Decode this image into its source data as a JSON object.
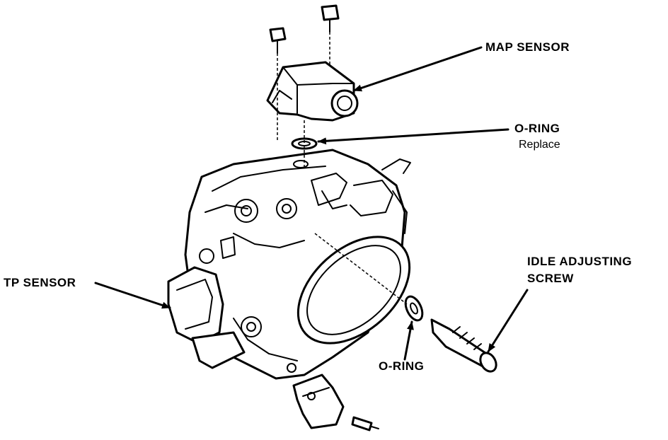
{
  "labels": {
    "map_sensor": "MAP SENSOR",
    "o_ring_top": "O-RING",
    "o_ring_top_note": "Replace",
    "tp_sensor": "TP SENSOR",
    "idle_line1": "IDLE ADJUSTING",
    "idle_line2": "SCREW",
    "o_ring_bottom": "O-RING"
  }
}
